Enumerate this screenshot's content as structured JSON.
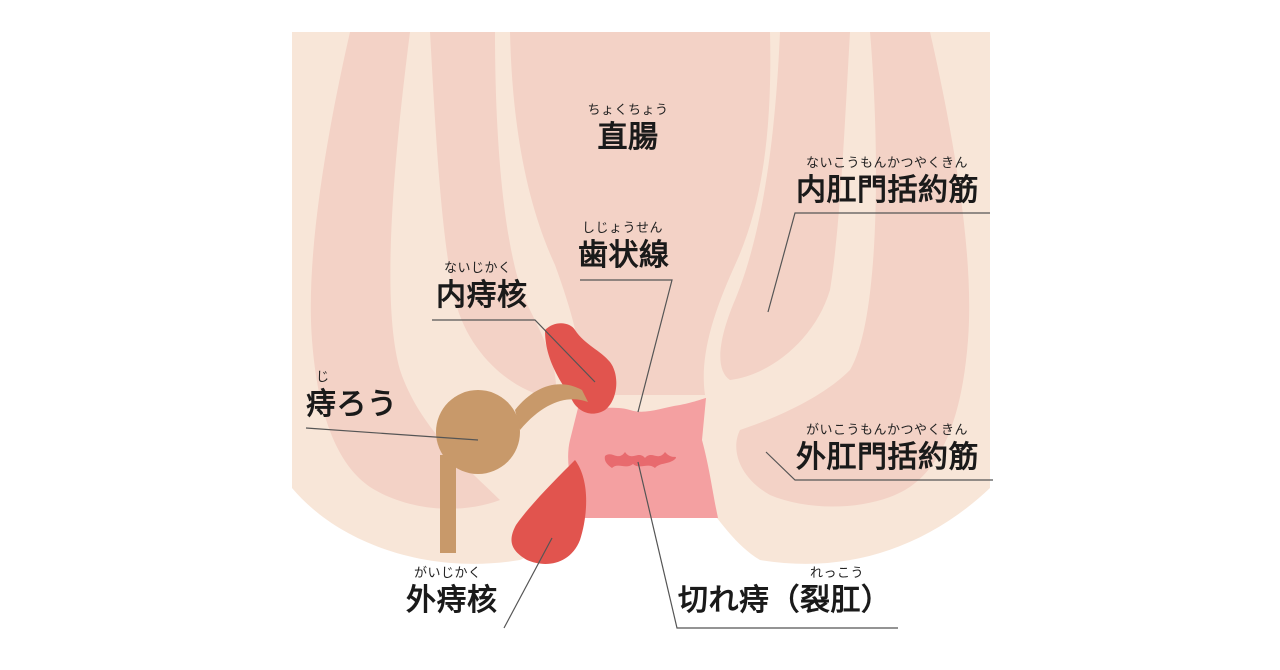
{
  "colors": {
    "skin_outer": "#f8e6d8",
    "skin_inner": "#f3d2c6",
    "mucosa": "#f4a0a1",
    "hemorrhoid_red": "#e1544e",
    "fistula_tan": "#c8996a",
    "fissure_red": "#e86a6e",
    "leader_line": "#555555"
  },
  "labels": {
    "rectum": {
      "ruby": "ちょくちょう",
      "text": "直腸"
    },
    "internal_sphincter": {
      "ruby": "ないこうもんかつやくきん",
      "text": "内肛門括約筋"
    },
    "dentate_line": {
      "ruby": "しじょうせん",
      "text": "歯状線"
    },
    "internal_hemorrhoid": {
      "ruby": "ないじかく",
      "text": "内痔核"
    },
    "anal_fistula": {
      "ruby": "じ",
      "text": "痔ろう"
    },
    "external_sphincter": {
      "ruby": "がいこうもんかつやくきん",
      "text": "外肛門括約筋"
    },
    "external_hemorrhoid": {
      "ruby": "がいじかく",
      "text": "外痔核"
    },
    "anal_fissure": {
      "ruby": "れっこう",
      "text": "切れ痔（裂肛）"
    }
  }
}
